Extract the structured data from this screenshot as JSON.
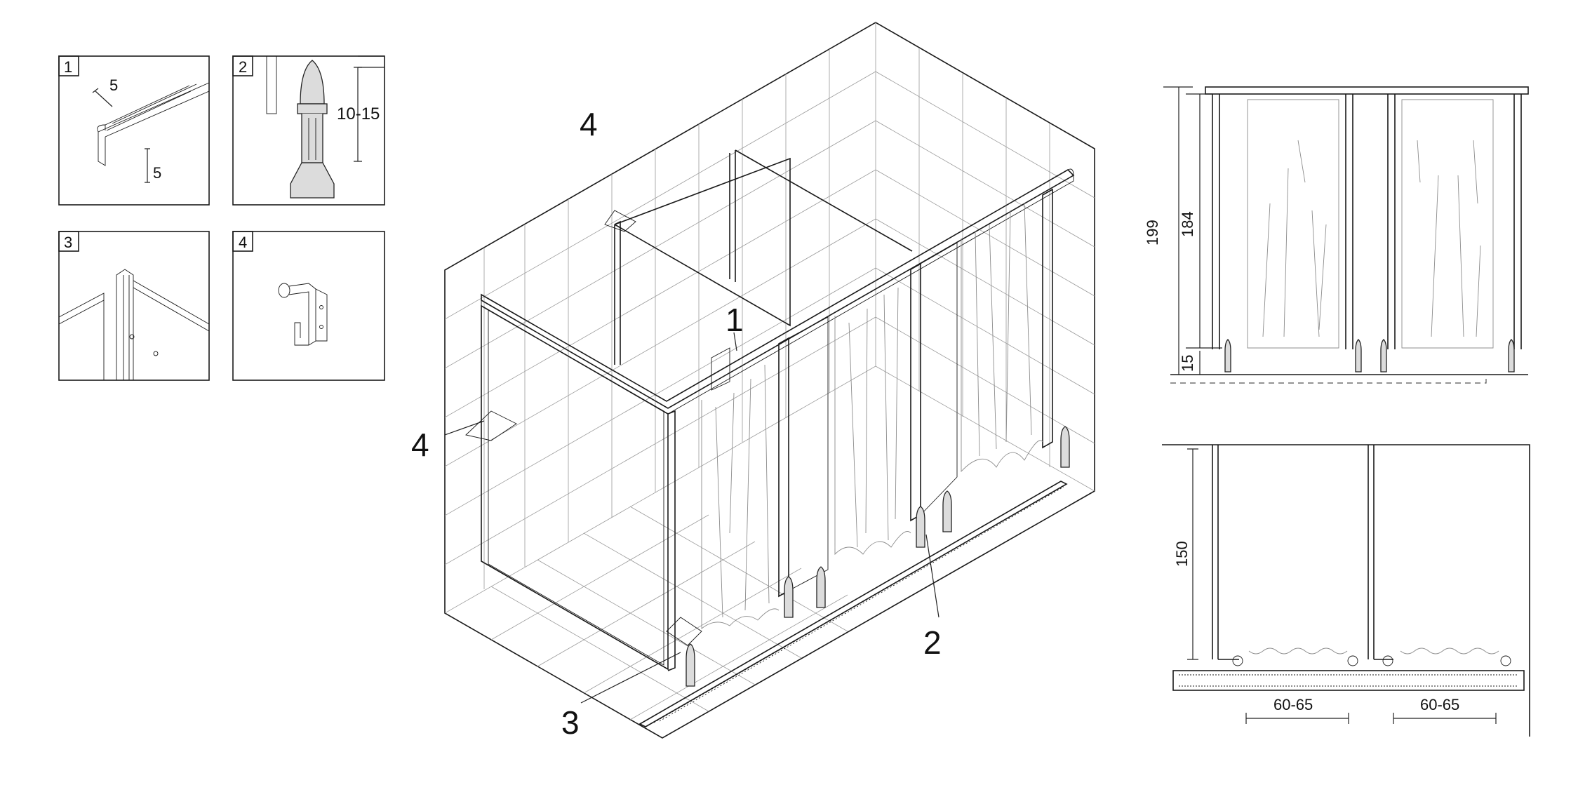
{
  "detail_boxes": [
    {
      "number": "1",
      "dims": [
        "5",
        "5"
      ]
    },
    {
      "number": "2",
      "dims": [
        "10-15"
      ]
    },
    {
      "number": "3"
    },
    {
      "number": "4"
    }
  ],
  "callouts": [
    "4",
    "1",
    "4",
    "2",
    "3"
  ],
  "elevation": {
    "overall_height": "199",
    "panel_height": "184",
    "floor_gap": "15"
  },
  "plan": {
    "depth": "150",
    "widths": [
      "60-65",
      "60-65"
    ]
  }
}
